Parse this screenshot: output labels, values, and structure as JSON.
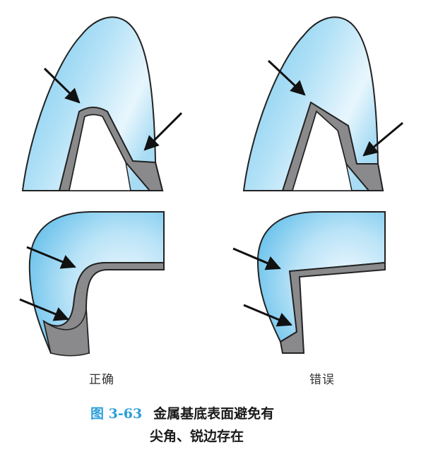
{
  "panels": {
    "correct_label": "正确",
    "wrong_label": "错误"
  },
  "caption": {
    "figure_number": "图 3-63",
    "line1": "金属基底表面避免有",
    "line2": "尖角、锐边存在"
  },
  "colors": {
    "porcelain_light": "#e8f6fd",
    "porcelain_mid": "#b4e2f7",
    "porcelain_dark": "#6fc4ec",
    "metal": "#8a8a8c",
    "outline": "#222222",
    "caption_accent": "#2a9fd8"
  },
  "icons": [
    "arrow-icon"
  ]
}
